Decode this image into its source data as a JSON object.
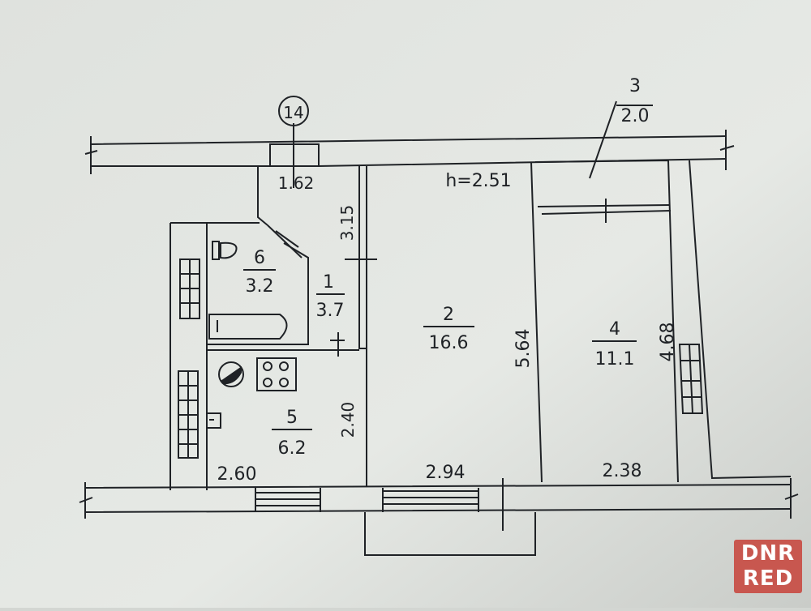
{
  "plan": {
    "axis_marker": "14",
    "ceiling_height": "h=2.51",
    "rooms": [
      {
        "number": "1",
        "area": "3.7"
      },
      {
        "number": "2",
        "area": "16.6"
      },
      {
        "number": "3",
        "area": "2.0"
      },
      {
        "number": "4",
        "area": "11.1"
      },
      {
        "number": "5",
        "area": "6.2"
      },
      {
        "number": "6",
        "area": "3.2"
      }
    ],
    "dimensions": [
      "1.62",
      "3.15",
      "5.64",
      "4.68",
      "2.40",
      "2.60",
      "2.94",
      "2.38"
    ]
  },
  "watermark": {
    "line1": "DNR",
    "line2": "RED"
  },
  "colors": {
    "paper": "#e4e7e3",
    "ink": "#1f2226",
    "watermark": "#c8574f"
  }
}
